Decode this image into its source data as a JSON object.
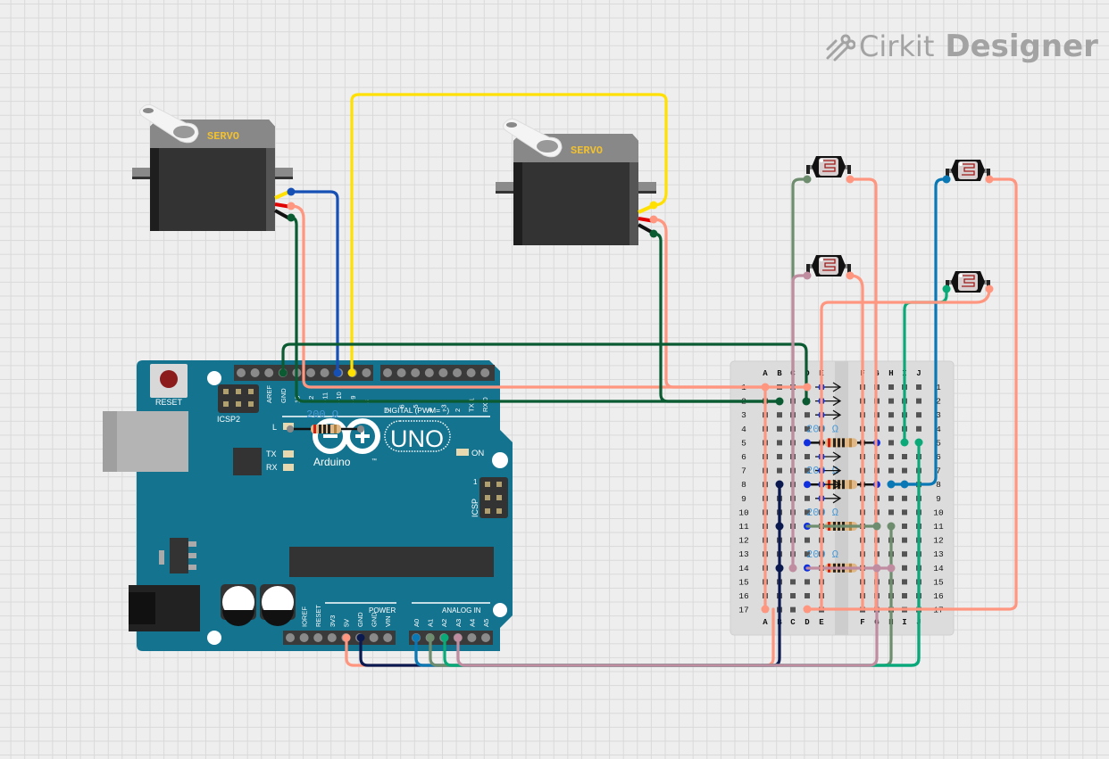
{
  "app": {
    "brand_prefix": "Cirkit",
    "brand_suffix": "Designer",
    "logo_icon": "cirkit-wires-icon"
  },
  "servos": [
    {
      "id": "servo-1",
      "label": "SERVO",
      "wires": [
        "signal-yellow",
        "power-red",
        "ground-black"
      ]
    },
    {
      "id": "servo-2",
      "label": "SERVO",
      "wires": [
        "signal-yellow",
        "power-red",
        "ground-black"
      ]
    }
  ],
  "arduino": {
    "model": "UNO",
    "brand": "Arduino",
    "trademark": "™",
    "reset_label": "RESET",
    "icsp2_label": "ICSP2",
    "icsp_label": "ICSP",
    "icsp_pin1": "1",
    "led_labels": {
      "l": "L",
      "tx": "TX",
      "rx": "RX",
      "on": "ON"
    },
    "digital_header_label": "DIGITAL (PWM= ~)",
    "digital_pins_left": [
      "",
      "",
      "AREF",
      "GND",
      "13",
      "12",
      "~11",
      "~10",
      "~9",
      "8"
    ],
    "digital_pins_right": [
      "7",
      "~6",
      "~5",
      "4",
      "~3",
      "2",
      "TX 1",
      "RX 0"
    ],
    "power_header_label": "POWER",
    "power_pins": [
      "",
      "IOREF",
      "RESET",
      "3V3",
      "5V",
      "GND",
      "GND",
      "VIN"
    ],
    "analog_header_label": "ANALOG IN",
    "analog_pins": [
      "A0",
      "A1",
      "A2",
      "A3",
      "A4",
      "A5"
    ],
    "onboard_resistor": "200 Ω"
  },
  "breadboard": {
    "columns_left": [
      "A",
      "B",
      "C",
      "D",
      "E"
    ],
    "columns_right": [
      "F",
      "G",
      "H",
      "I",
      "J"
    ],
    "rows": [
      "1",
      "2",
      "3",
      "4",
      "5",
      "6",
      "7",
      "8",
      "9",
      "10",
      "11",
      "12",
      "13",
      "14",
      "15",
      "16",
      "17"
    ]
  },
  "resistors": [
    {
      "label": "200 Ω",
      "row": 5
    },
    {
      "label": "200 Ω",
      "row": 8
    },
    {
      "label": "200 Ω",
      "row": 11
    },
    {
      "label": "200 Ω",
      "row": 14
    }
  ],
  "photoresistors": [
    {
      "id": "ldr-1",
      "name": "photoresistor"
    },
    {
      "id": "ldr-2",
      "name": "photoresistor"
    },
    {
      "id": "ldr-3",
      "name": "photoresistor"
    },
    {
      "id": "ldr-4",
      "name": "photoresistor"
    }
  ],
  "wire_colors": {
    "yellow": "#ffe000",
    "blue": "#1650b4",
    "salmon": "#ff9680",
    "dark_green": "#0a5a32",
    "navy": "#0a1a50",
    "teal_blue": "#0a78b4",
    "sage": "#6e8c6e",
    "green": "#0aaa78",
    "mauve": "#c08ca0"
  },
  "board_color": "#14738f"
}
